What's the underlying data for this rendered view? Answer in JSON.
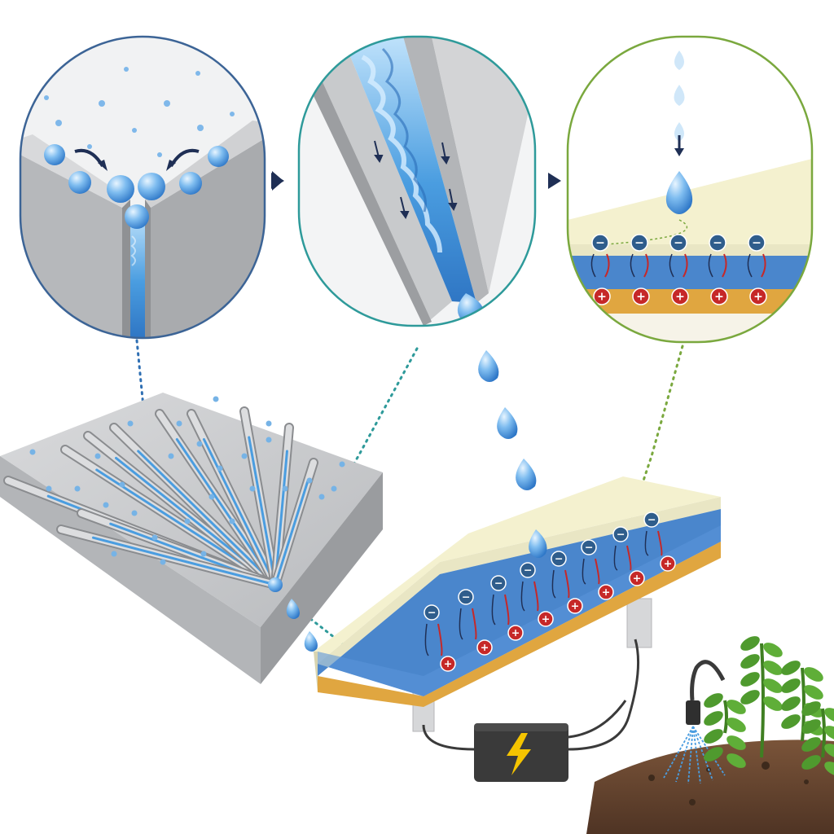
{
  "diagram": {
    "panels": [
      {
        "id": "droplet-capture",
        "border_color": "#3c6496"
      },
      {
        "id": "channel-transport",
        "border_color": "#2e9a9a"
      },
      {
        "id": "charge-generation",
        "border_color": "#7aa83e"
      }
    ],
    "flow_arrows": [
      "arrow-icon",
      "arrow-icon"
    ],
    "charge_symbols": {
      "negative": "−",
      "positive": "+"
    },
    "colors": {
      "water": "#4a9de0",
      "water_light": "#a9d4f5",
      "surface_gray": "#c9cbcd",
      "top_layer": "#f4f1cf",
      "middle_layer": "#4a86cc",
      "bottom_layer": "#e0a640",
      "negative_charge": "#2f5d8c",
      "positive_charge": "#c62828",
      "power_box": "#3a3a3a",
      "bolt": "#f5c400",
      "soil": "#6b4a34",
      "plant": "#4f9a2e"
    },
    "icons": [
      "curved-arrow-icon",
      "down-arrow-icon",
      "lightning-bolt-icon",
      "sprinkler-icon",
      "plant-icon"
    ]
  }
}
